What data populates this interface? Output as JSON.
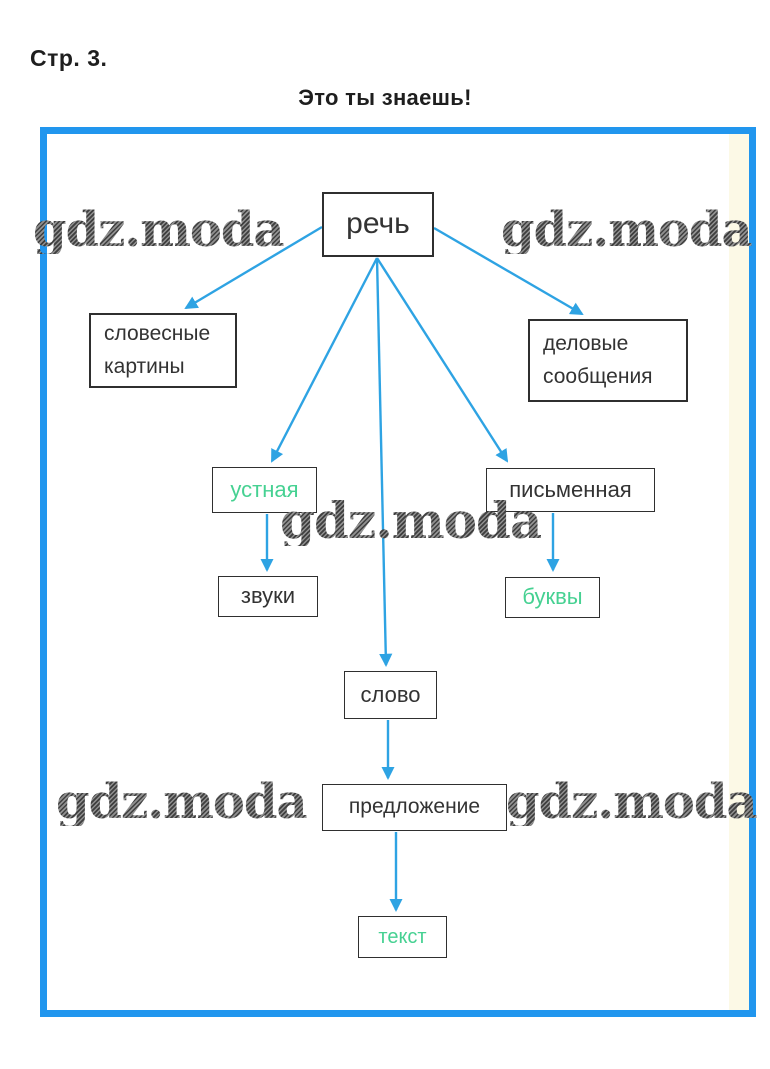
{
  "page": {
    "label": "Стр. 3.",
    "title": "Это ты знаешь!"
  },
  "watermark": {
    "text": "gdz.moda"
  },
  "colors": {
    "frame": "#2196ee",
    "arrow": "#2ea3e3",
    "green": "#46d192",
    "ink": "#333333",
    "watermark": "#4a4a4a"
  },
  "diagram": {
    "nodes": {
      "rech": {
        "label": "речь",
        "text_color": "black"
      },
      "slovesnye": {
        "label": "словесные картины",
        "text_color": "black"
      },
      "delovye": {
        "label": "деловые сообщения",
        "text_color": "black"
      },
      "ustnaya": {
        "label": "устная",
        "text_color": "green"
      },
      "pismennaya": {
        "label": "письменная",
        "text_color": "black"
      },
      "zvuki": {
        "label": "звуки",
        "text_color": "black"
      },
      "bukvy": {
        "label": "буквы",
        "text_color": "green"
      },
      "slovo": {
        "label": "слово",
        "text_color": "black"
      },
      "predlozhenie": {
        "label": "предложение",
        "text_color": "black"
      },
      "tekst": {
        "label": "текст",
        "text_color": "green"
      }
    },
    "edges": [
      {
        "from": "речь",
        "to": "словесные картины"
      },
      {
        "from": "речь",
        "to": "деловые сообщения"
      },
      {
        "from": "речь",
        "to": "устная"
      },
      {
        "from": "речь",
        "to": "слово"
      },
      {
        "from": "речь",
        "to": "письменная"
      },
      {
        "from": "устная",
        "to": "звуки"
      },
      {
        "from": "письменная",
        "to": "буквы"
      },
      {
        "from": "слово",
        "to": "предложение"
      },
      {
        "from": "предложение",
        "to": "текст"
      }
    ]
  }
}
